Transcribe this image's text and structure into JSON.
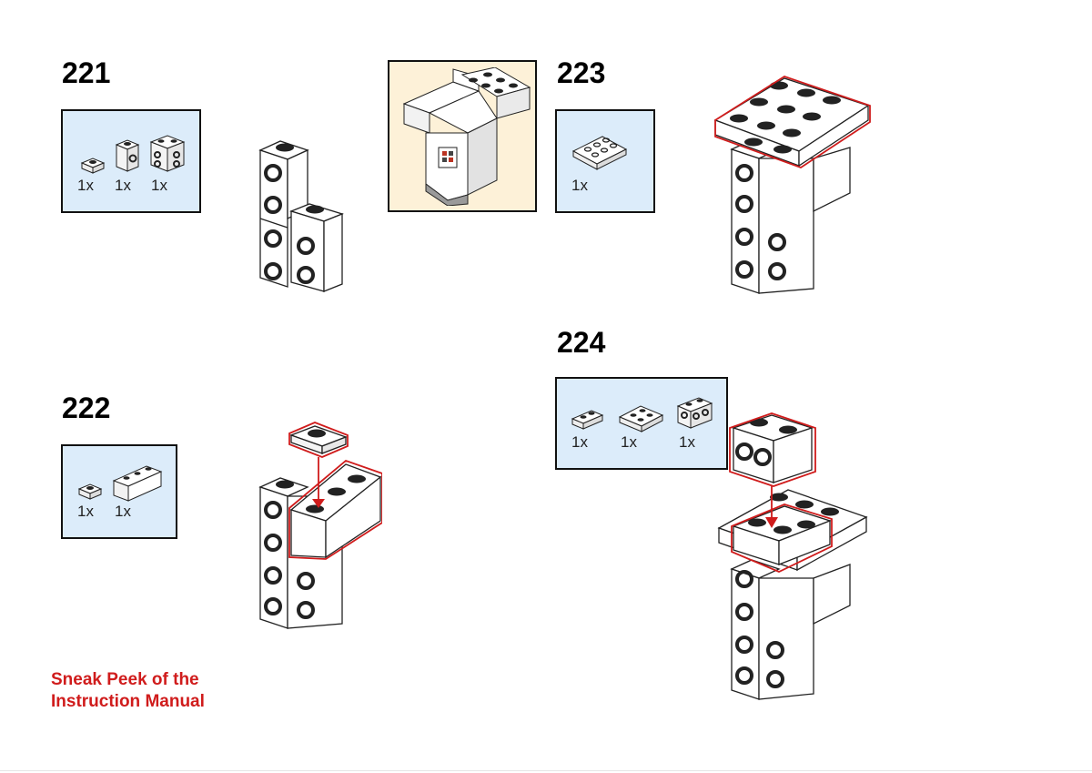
{
  "steps": [
    {
      "number": "221",
      "parts": [
        {
          "qty": "1x",
          "icon": "1x1-plate-icon"
        },
        {
          "qty": "1x",
          "icon": "1x1-brick-icon"
        },
        {
          "qty": "1x",
          "icon": "2x2-brick-icon"
        }
      ]
    },
    {
      "number": "222",
      "parts": [
        {
          "qty": "1x",
          "icon": "1x1-plate-icon"
        },
        {
          "qty": "1x",
          "icon": "1x3-brick-icon"
        }
      ]
    },
    {
      "number": "223",
      "parts": [
        {
          "qty": "1x",
          "icon": "2x3-plate-icon"
        }
      ]
    },
    {
      "number": "224",
      "parts": [
        {
          "qty": "1x",
          "icon": "1x2-plate-icon"
        },
        {
          "qty": "1x",
          "icon": "2x2-plate-icon"
        },
        {
          "qty": "1x",
          "icon": "1x2-brick-icon"
        }
      ]
    }
  ],
  "note": {
    "line1": "Sneak Peek of the",
    "line2": "Instruction Manual"
  },
  "colors": {
    "parts_bg": "#dcecfa",
    "preview_bg": "#fdf1d8",
    "highlight": "#d01c1c",
    "note": "#d01c1c"
  }
}
